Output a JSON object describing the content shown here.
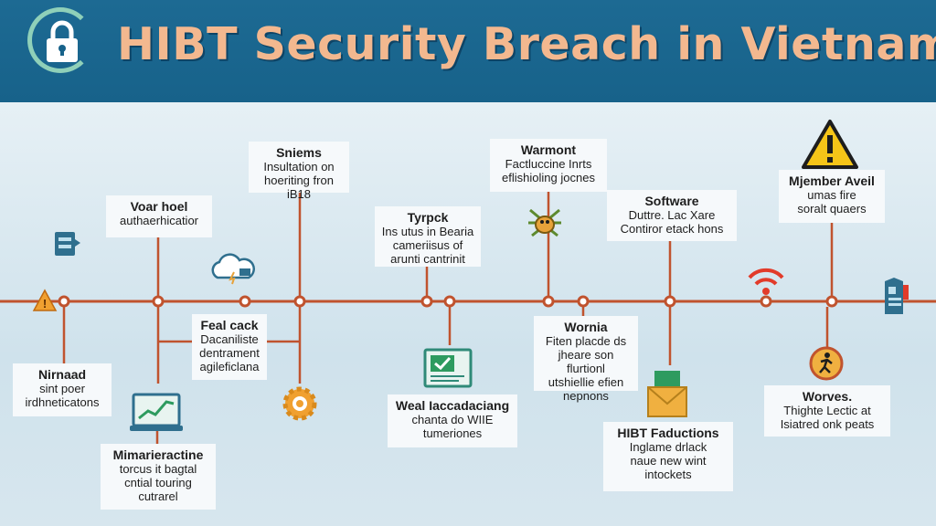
{
  "title": "HIBT Security Breach in Vietnam",
  "icons": {
    "header": "lock-icon",
    "left_edge": "warning-icon",
    "right_edge": "document-icon",
    "cloud": "cloud-icon",
    "gear": "gear-icon",
    "wifi": "wifi-signal-icon",
    "caution": "warning-icon"
  },
  "colors": {
    "header_bg": "#1d6a93",
    "title_text": "#f3b88f",
    "timeline": "#c0532e",
    "background": "#dbe9f1"
  },
  "events": {
    "e1": {
      "heading": "Voar hoel",
      "text": "authaerhicatior"
    },
    "e2": {
      "heading": "Sniems",
      "text": "Insultation on\nhoeriting fron\niB18"
    },
    "e3": {
      "heading": "Tyrpck",
      "text": "Ins utus in Bearia\ncameriisus of\narunti cantrinit"
    },
    "e4": {
      "heading": "Warmont",
      "text": "Factluccine Inrts\neflishioling jocnes"
    },
    "e5": {
      "heading": "Software",
      "text": "Duttre. Lac Xare\nContiror etack hons"
    },
    "e6": {
      "heading": "Mjember Aveil",
      "text": "umas fire\nsoralt quaers"
    },
    "e7": {
      "heading": "Nirnaad",
      "text": "sint poer\nirdhneticatons"
    },
    "e8": {
      "heading": "Feal cack",
      "text": "Dacaniliste\ndentrament\nagileficlana"
    },
    "e9": {
      "heading": "Mimarieractine",
      "text": "torcus it bagtal\ncntial touring\ncutrarel"
    },
    "e10": {
      "heading": "Weal Iaccadaciang",
      "text": "chanta do WIIE\ntumeriones"
    },
    "e11": {
      "heading": "Wornia",
      "text": "Fiten placde ds\njheare son flurtionl\nutshiellie efien\nnepnons"
    },
    "e12": {
      "heading": "HIBT Faductions",
      "text": "Inglame drlack\nnaue new wint\nintockets"
    },
    "e13": {
      "heading": "Worves.",
      "text": "Thighte Lectic at\nIsiatred onk peats"
    }
  }
}
